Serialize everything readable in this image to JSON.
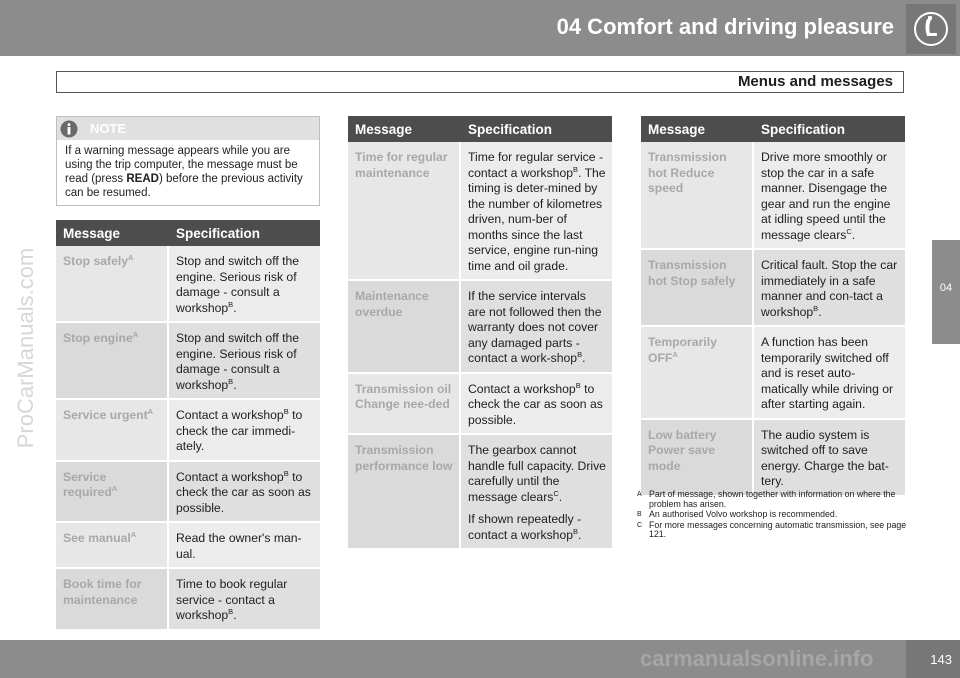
{
  "header": {
    "chapter_title": "04 Comfort and driving pleasure",
    "section_title": "Menus and messages",
    "icon": "seat-icon"
  },
  "side_tab": {
    "label": "04"
  },
  "note": {
    "icon": "info-icon",
    "label": "NOTE",
    "text_before": "If a warning message appears while you are using the trip computer, the message must be read (press ",
    "text_bold": "READ",
    "text_after": ") before the previous activity can be resumed."
  },
  "table_headers": {
    "message": "Message",
    "specification": "Specification"
  },
  "table1": [
    {
      "message": "Stop safely",
      "message_sup": "A",
      "spec_parts": [
        {
          "t": "Stop and switch off the engine. Serious risk of damage - consult a workshop"
        },
        {
          "sup": "B"
        },
        {
          "t": "."
        }
      ]
    },
    {
      "message": "Stop engine",
      "message_sup": "A",
      "spec_parts": [
        {
          "t": "Stop and switch off the engine. Serious risk of damage - consult a workshop"
        },
        {
          "sup": "B"
        },
        {
          "t": "."
        }
      ]
    },
    {
      "message": "Service urgent",
      "message_sup": "A",
      "spec_parts": [
        {
          "t": "Contact a workshop"
        },
        {
          "sup": "B"
        },
        {
          "t": " to check the car immedi-ately."
        }
      ]
    },
    {
      "message": "Service required",
      "message_sup": "A",
      "spec_parts": [
        {
          "t": "Contact a workshop"
        },
        {
          "sup": "B"
        },
        {
          "t": " to check the car as soon as possible."
        }
      ]
    },
    {
      "message": "See manual",
      "message_sup": "A",
      "spec_parts": [
        {
          "t": "Read the owner's man-ual."
        }
      ]
    },
    {
      "message": "Book time for maintenance",
      "message_sup": "",
      "spec_parts": [
        {
          "t": "Time to book regular service - contact a workshop"
        },
        {
          "sup": "B"
        },
        {
          "t": "."
        }
      ]
    }
  ],
  "table2": [
    {
      "message": "Time for regular maintenance",
      "message_sup": "",
      "spec_parts": [
        {
          "t": "Time for regular service - contact a workshop"
        },
        {
          "sup": "B"
        },
        {
          "t": ". The timing is deter-mined by the number of kilometres driven, num-ber of months since the last service, engine run-ning time and oil grade."
        }
      ]
    },
    {
      "message": "Maintenance overdue",
      "message_sup": "",
      "spec_parts": [
        {
          "t": "If the service intervals are not followed then the warranty does not cover any damaged parts - contact a work-shop"
        },
        {
          "sup": "B"
        },
        {
          "t": "."
        }
      ]
    },
    {
      "message": "Transmission oil Change nee-ded",
      "message_sup": "",
      "spec_parts": [
        {
          "t": "Contact a workshop"
        },
        {
          "sup": "B"
        },
        {
          "t": " to check the car as soon as possible."
        }
      ]
    },
    {
      "message": "Transmission performance low",
      "message_sup": "",
      "spec_parts": [
        {
          "t": "The gearbox cannot handle full capacity. Drive carefully until the message clears"
        },
        {
          "sup": "C"
        },
        {
          "t": "."
        },
        {
          "br": true
        },
        {
          "t": "If shown repeatedly - contact a workshop"
        },
        {
          "sup": "B"
        },
        {
          "t": "."
        }
      ]
    }
  ],
  "table3": [
    {
      "message": "Transmission hot Reduce speed",
      "message_sup": "",
      "spec_parts": [
        {
          "t": "Drive more smoothly or stop the car in a safe manner. Disengage the gear and run the engine at idling speed until the message clears"
        },
        {
          "sup": "C"
        },
        {
          "t": "."
        }
      ]
    },
    {
      "message": "Transmission hot Stop safely",
      "message_sup": "",
      "spec_parts": [
        {
          "t": "Critical fault. Stop the car immediately in a safe manner and con-tact a workshop"
        },
        {
          "sup": "B"
        },
        {
          "t": "."
        }
      ]
    },
    {
      "message": "Temporarily OFF",
      "message_sup": "A",
      "spec_parts": [
        {
          "t": "A function has been temporarily switched off and is reset auto-matically while driving or after starting again."
        }
      ]
    },
    {
      "message": "Low battery Power save mode",
      "message_sup": "",
      "spec_parts": [
        {
          "t": "The audio system is switched off to save energy. Charge the bat-tery."
        }
      ]
    }
  ],
  "footnotes": [
    {
      "letter": "A",
      "text": "Part of message, shown together with information on where the problem has arisen."
    },
    {
      "letter": "B",
      "text": "An authorised Volvo workshop is recommended."
    },
    {
      "letter": "C",
      "text": "For more messages concerning automatic transmission, see page 121."
    }
  ],
  "page_number": "143",
  "watermarks": {
    "side": "ProCarManuals.com",
    "bottom": "carmanualsonline.info"
  },
  "colors": {
    "band": "#8c8c8c",
    "table_header": "#4d4d4d",
    "message_text": "#a8a8a8"
  }
}
